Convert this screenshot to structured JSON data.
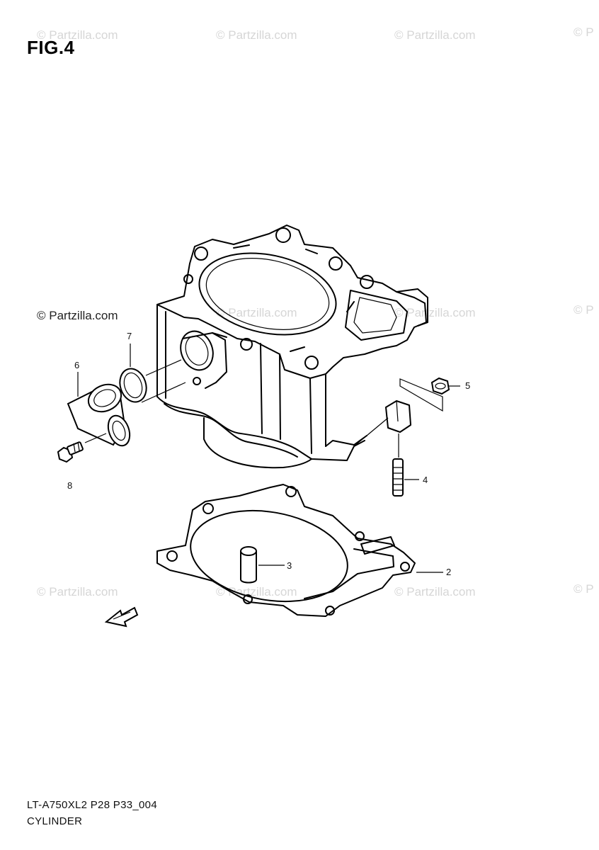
{
  "figure": {
    "title": "FIG.4"
  },
  "watermarks": {
    "text": "© Partzilla.com",
    "featured": "© Partzilla.com",
    "partial": "© P"
  },
  "callouts": [
    "2",
    "3",
    "4",
    "5",
    "6",
    "7",
    "8"
  ],
  "footer": {
    "code": "LT-A750XL2 P28 P33_004",
    "name": "CYLINDER"
  },
  "colors": {
    "line": "#000000",
    "watermark": "#d6d6d6",
    "background": "#ffffff"
  }
}
